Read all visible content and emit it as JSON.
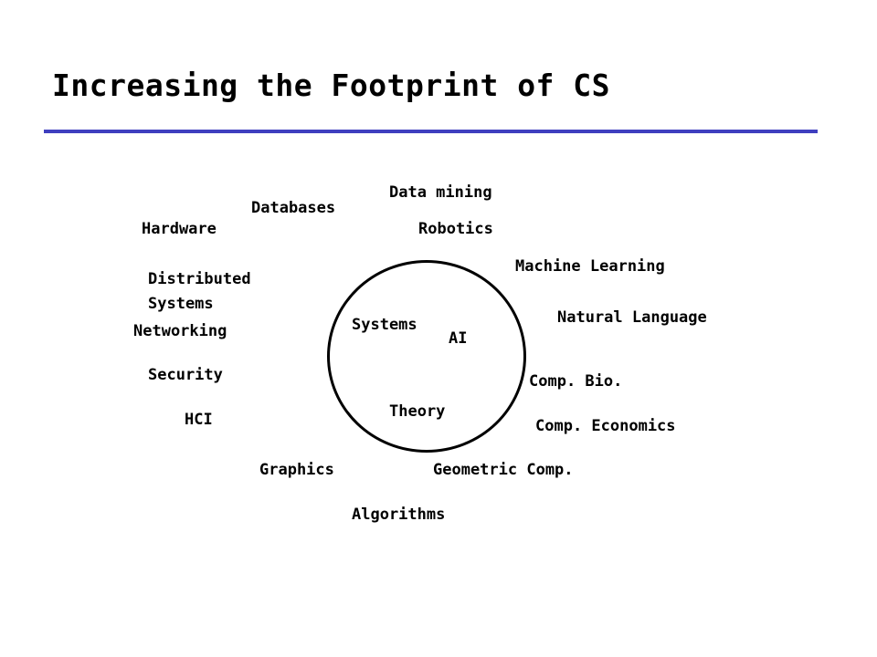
{
  "slide": {
    "title": "Increasing the Footprint of CS",
    "rule_color": "#3f3fbf"
  },
  "inner": {
    "systems": "Systems",
    "ai": "AI",
    "theory": "Theory"
  },
  "areas": {
    "data_mining": "Data mining",
    "databases": "Databases",
    "hardware": "Hardware",
    "robotics": "Robotics",
    "machine_learning": "Machine Learning",
    "distributed_1": "Distributed",
    "distributed_2": "Systems",
    "natural_language": "Natural Language",
    "networking": "Networking",
    "security": "Security",
    "comp_bio": "Comp. Bio.",
    "hci": "HCI",
    "comp_economics": "Comp. Economics",
    "graphics": "Graphics",
    "geometric_comp": "Geometric Comp.",
    "algorithms": "Algorithms"
  }
}
